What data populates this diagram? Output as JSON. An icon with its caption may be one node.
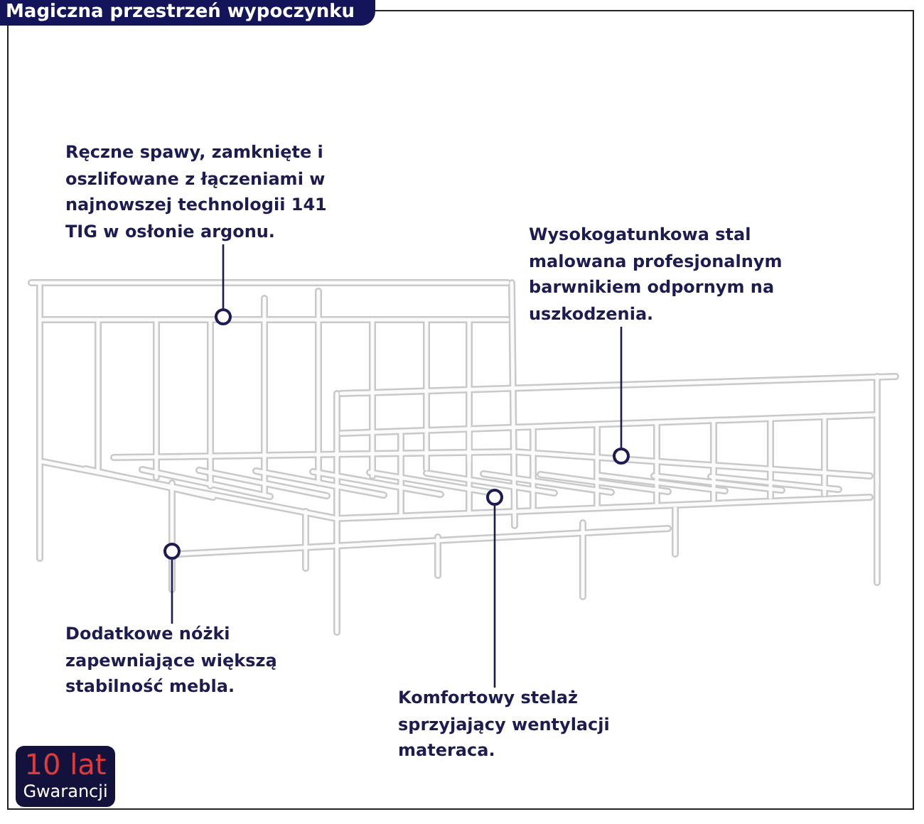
{
  "diagram": {
    "title": "Magiczna przestrzeń wypoczynku",
    "nodes": [
      {
        "text": [
          "Ręczne spawy, zamknięte i oszlifowane z łączeniami w najnowszej technologii 141 TIG w osłonie argonu."
        ]
      },
      {
        "text": [
          "Wysokogatunkowa stal malowana profesjonalnym barwnikiem odpornym na uszkodzenia."
        ]
      },
      {
        "text": [
          "Dodatkowe nóżki zapewniające większą stabilność mebla."
        ]
      },
      {
        "text": [
          "Komfortowy stelaż sprzyjający wentylacji materaca."
        ]
      },
      {
        "text": [],
        "shape": "circle"
      },
      {
        "text": [],
        "shape": "circle"
      },
      {
        "text": [],
        "shape": "circle"
      },
      {
        "text": [],
        "shape": "circle"
      },
      {
        "text": [
          "10 lat",
          "Gwarancji"
        ]
      }
    ],
    "edges": [
      {
        "from": 0,
        "to": 4,
        "arrow": "none"
      },
      {
        "from": 1,
        "to": 5,
        "arrow": "none"
      },
      {
        "from": 2,
        "to": 6,
        "arrow": "none"
      },
      {
        "from": 3,
        "to": 7,
        "arrow": "none"
      }
    ]
  }
}
